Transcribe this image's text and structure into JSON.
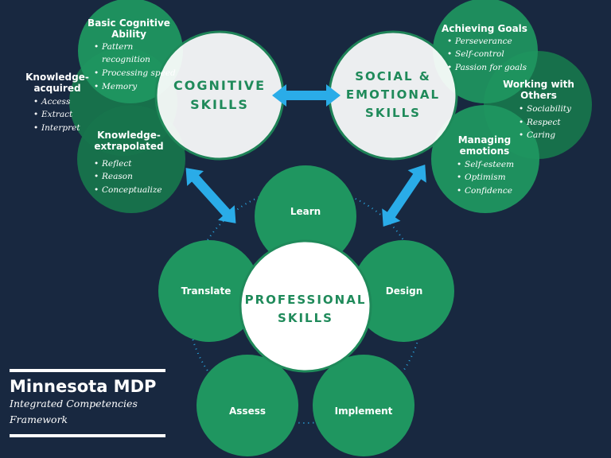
{
  "branding": {
    "title": "Minnesota MDP",
    "subtitle_line1": "Integrated Competencies",
    "subtitle_line2": "Framework"
  },
  "colors": {
    "background": "#182840",
    "green": "#1f9660",
    "dark_green": "#17744c",
    "arrow": "#2aace8",
    "white": "#ffffff"
  },
  "cognitive": {
    "core": [
      "COGNITIVE",
      "SKILLS"
    ],
    "basic": {
      "title": [
        "Basic Cognitive",
        "Ability"
      ],
      "items": [
        "Pattern",
        "recognition",
        "Processing speed",
        "Memory"
      ]
    },
    "acquired": {
      "title": [
        "Knowledge-",
        "acquired"
      ],
      "items": [
        "Access",
        "Extract",
        "Interpret"
      ]
    },
    "extrapolated": {
      "title": [
        "Knowledge-",
        "extrapolated"
      ],
      "items": [
        "Reflect",
        "Reason",
        "Conceptualize"
      ]
    }
  },
  "social": {
    "core": [
      "SOCIAL &",
      "EMOTIONAL",
      "SKILLS"
    ],
    "goals": {
      "title": [
        "Achieving Goals"
      ],
      "items": [
        "Perseverance",
        "Self-control",
        "Passion for goals"
      ]
    },
    "others": {
      "title": [
        "Working with",
        "Others"
      ],
      "items": [
        "Sociability",
        "Respect",
        "Caring"
      ]
    },
    "emotions": {
      "title": [
        "Managing",
        "emotions"
      ],
      "items": [
        "Self-esteem",
        "Optimism",
        "Confidence"
      ]
    }
  },
  "professional": {
    "core": [
      "PROFESSIONAL",
      "SKILLS"
    ],
    "petals": [
      "Learn",
      "Design",
      "Implement",
      "Assess",
      "Translate"
    ]
  }
}
